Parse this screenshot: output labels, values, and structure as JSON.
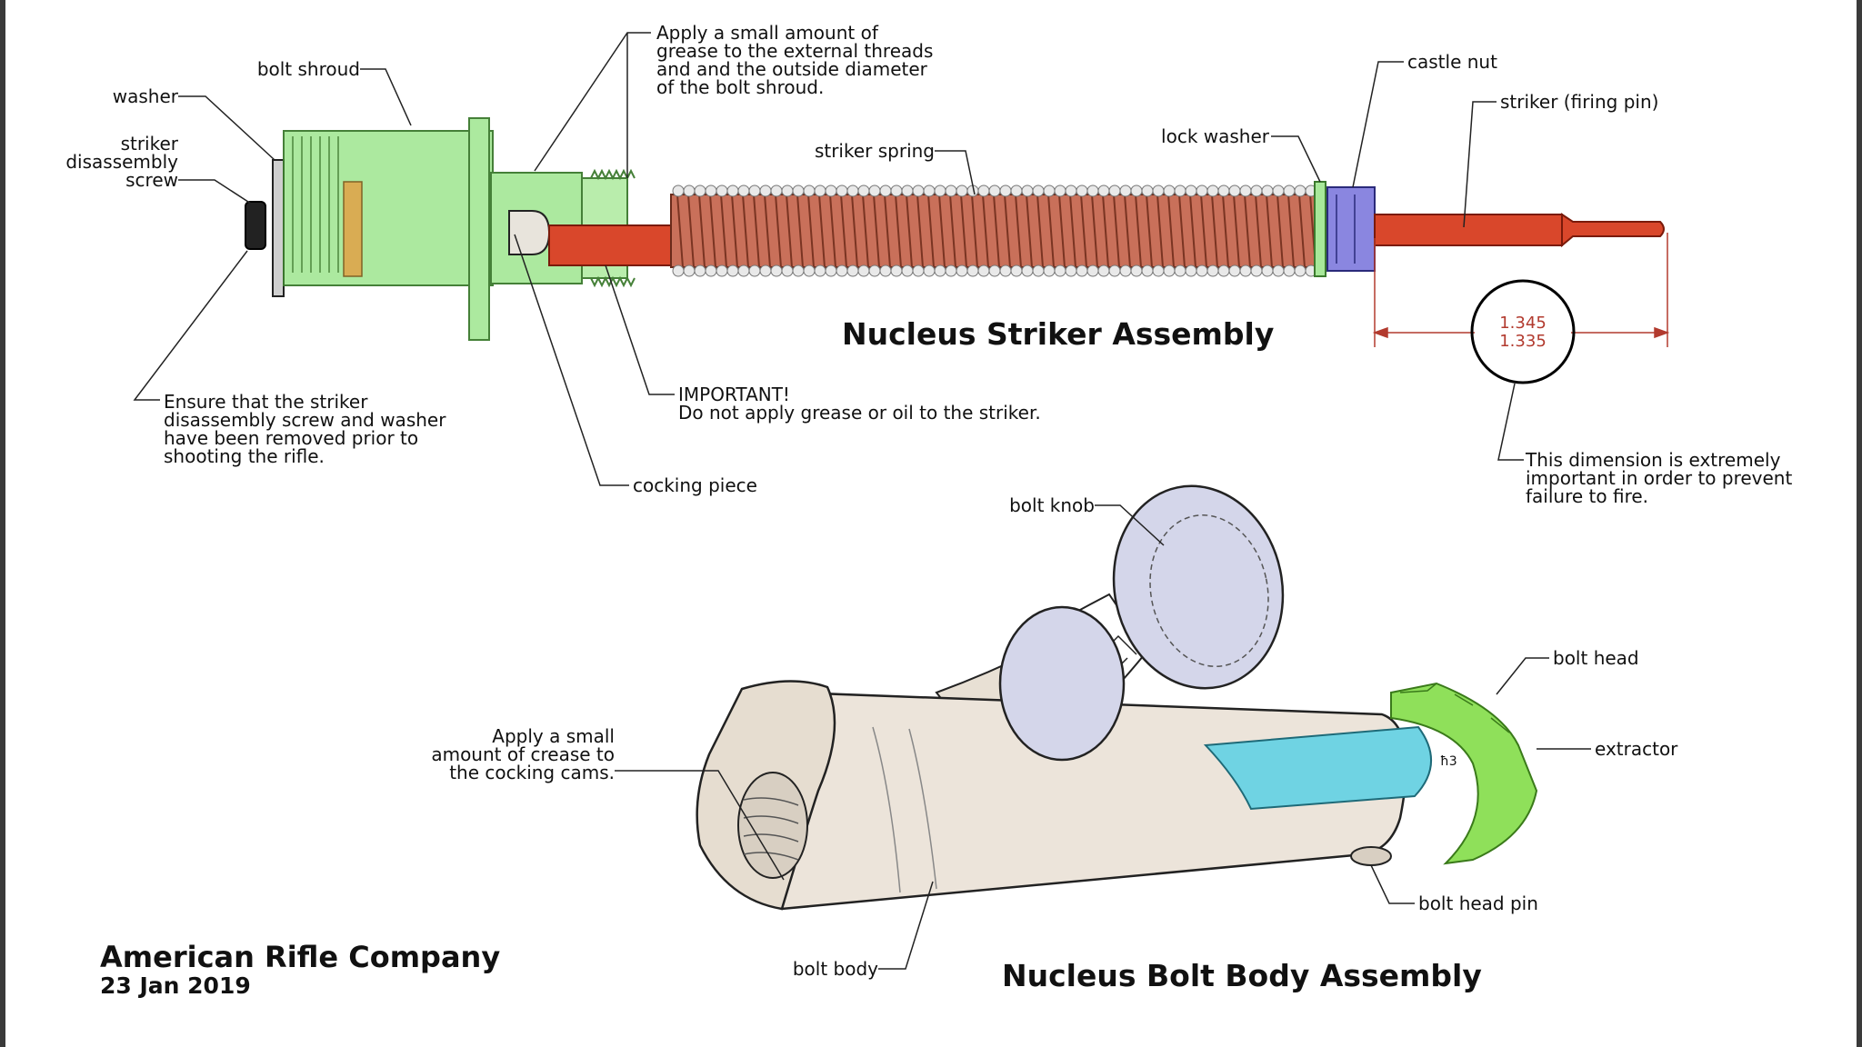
{
  "titles": {
    "striker_assembly": "Nucleus Striker Assembly",
    "bolt_body_assembly": "Nucleus Bolt Body Assembly"
  },
  "footer": {
    "company": "American Rifle Company",
    "date": "23 Jan 2019"
  },
  "dimension": {
    "upper": "1.345",
    "lower": "1.335"
  },
  "labels": {
    "bolt_shroud": "bolt shroud",
    "washer": "washer",
    "striker_disassembly_screw": "striker\ndisassembly\nscrew",
    "grease_note": "Apply a small amount of\ngrease to the external threads\nand and the outside diameter\nof the bolt shroud.",
    "castle_nut": "castle nut",
    "striker_firing_pin": "striker (firing pin)",
    "lock_washer": "lock washer",
    "striker_spring": "striker spring",
    "important_note": "IMPORTANT!\nDo not apply grease or oil to the striker.",
    "ensure_note": "Ensure that the striker\ndisassembly screw and washer\nhave been removed prior to\nshooting the rifle.",
    "cocking_piece": "cocking piece",
    "dimension_note": "This dimension is extremely\nimportant in order to prevent\nfailure to fire.",
    "bolt_knob": "bolt knob",
    "bolt_head": "bolt head",
    "extractor": "extractor",
    "cocking_cams_note": "Apply a small\namount of crease to\nthe cocking cams.",
    "bolt_head_pin": "bolt head pin",
    "bolt_body": "bolt body"
  },
  "colors": {
    "shroud_green": "#a8e89a",
    "spring_copper": "#c9705a",
    "striker_red": "#d9472b",
    "castle_nut_purple": "#8a86e0",
    "bolt_body": "#ece4da",
    "extractor_cyan": "#6fd3e3",
    "bolt_head_green": "#8fe05a",
    "knob_lavender": "#d4d6ea",
    "dimension_red": "#b23a2e"
  }
}
